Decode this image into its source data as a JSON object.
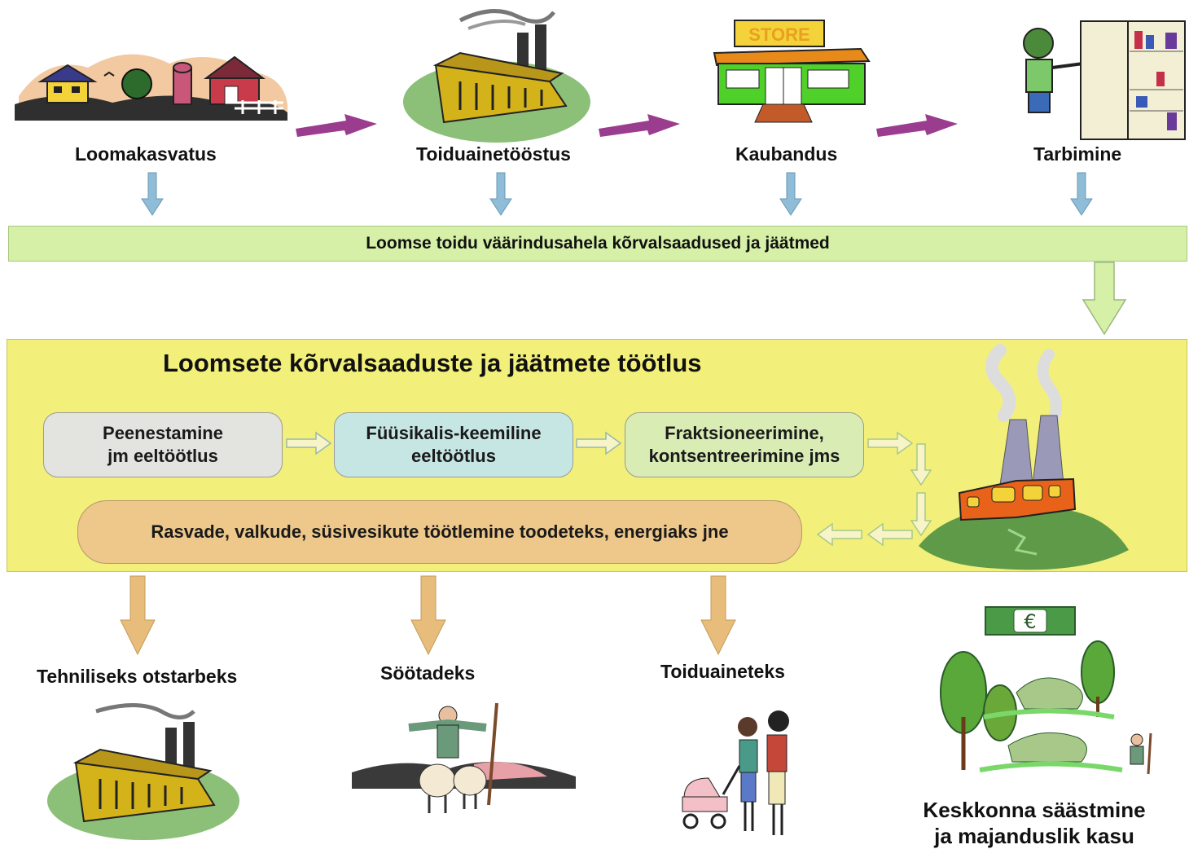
{
  "chain": {
    "stage1": "Loomakasvatus",
    "stage2": "Toiduainetööstus",
    "stage3": "Kaubandus",
    "stage4": "Tarbimine",
    "store_sign": "STORE"
  },
  "byproducts_band": "Loomse toidu väärindusahela kõrvalsaadused ja jäätmed",
  "processing": {
    "title": "Loomsete kõrvalsaaduste ja jäätmete töötlus",
    "step1_line1": "Peenestamine",
    "step1_line2": "jm eeltöötlus",
    "step2_line1": "Füüsikalis-keemiline",
    "step2_line2": "eeltöötlus",
    "step3_line1": "Fraktsioneerimine,",
    "step3_line2": "kontsentreerimine jms",
    "final_step": "Rasvade, valkude, süsivesikute töötlemine toodeteks, energiaks jne"
  },
  "outputs": {
    "technical": "Tehniliseks otstarbeks",
    "feed": "Söötadeks",
    "food": "Toiduaineteks",
    "benefit_line1": "Keskkonna säästmine",
    "benefit_line2": "ja majanduslik kasu",
    "money_symbol": "€"
  },
  "colors": {
    "band_green": "#d6f0a8",
    "panel_yellow": "#f2f07a",
    "step_grey": "#e3e3e0",
    "step_blue": "#c6e6e4",
    "step_green": "#d8ecb4",
    "final_orange": "#eec78a",
    "down_arrow_blue": "#8fbcd6",
    "chain_arrow_purple": "#9a3d8e",
    "output_arrow_orange": "#e8bd7c"
  }
}
